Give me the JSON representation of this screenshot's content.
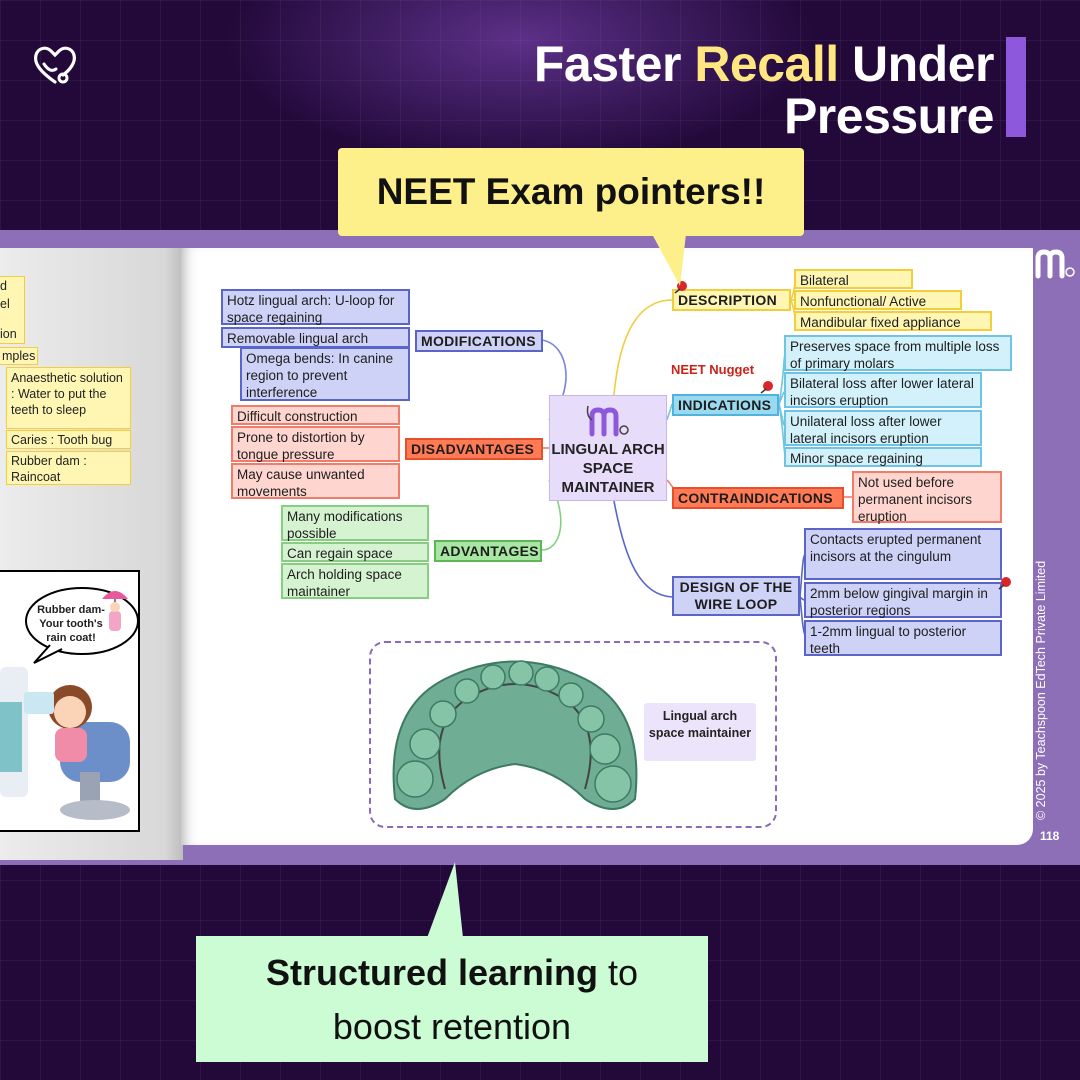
{
  "headline": {
    "w1": "Faster ",
    "w2": "Recall",
    "w3": " Under",
    "l2": "Pressure"
  },
  "callout_top": "NEET Exam pointers!!",
  "callout_bottom": {
    "bold": "Structured learning",
    "rest1": " to",
    "rest2": "boost retention"
  },
  "left_page": {
    "frag1": "d",
    "frag2": "el",
    "frag3": "ion",
    "frag4": "mples",
    "anaesthetic": "Anaesthetic solution : Water to put the teeth to sleep",
    "caries": "Caries : Tooth bug",
    "rubber": "Rubber dam : Raincoat",
    "bubble": "Rubber dam- Your tooth's rain coat!"
  },
  "mindmap": {
    "center": "LINGUAL ARCH SPACE MAINTAINER",
    "nugget": "NEET Nugget",
    "modifications": {
      "title": "MODIFICATIONS",
      "items": [
        "Hotz lingual arch: U-loop for space regaining",
        "Removable lingual arch",
        "Omega bends: In canine region to prevent interference"
      ]
    },
    "disadvantages": {
      "title": "DISADVANTAGES",
      "items": [
        "Difficult construction",
        "Prone to distortion by tongue pressure",
        "May cause unwanted movements"
      ]
    },
    "advantages": {
      "title": "ADVANTAGES",
      "items": [
        "Many modifications possible",
        "Can regain space",
        "Arch holding space maintainer"
      ]
    },
    "description": {
      "title": "DESCRIPTION",
      "items": [
        "Bilateral",
        "Nonfunctional/ Active",
        "Mandibular fixed appliance"
      ]
    },
    "indications": {
      "title": "INDICATIONS",
      "items": [
        "Preserves space from multiple loss of primary molars",
        "Bilateral loss after lower lateral incisors eruption",
        "Unilateral loss after lower lateral incisors eruption",
        "Minor space regaining"
      ]
    },
    "contraindications": {
      "title": "CONTRAINDICATIONS",
      "items": [
        "Not used before permanent incisors eruption"
      ]
    },
    "design": {
      "title": "DESIGN OF THE WIRE LOOP",
      "items": [
        "Contacts erupted permanent incisors at the cingulum",
        "2mm below gingival margin in posterior regions",
        "1-2mm lingual to posterior teeth"
      ]
    }
  },
  "image_label": "Lingual arch space maintainer",
  "copyright": "2025 by Teachspoon EdTech Private Limited",
  "page_number": "118",
  "colors": {
    "bg": "#22093a",
    "accent": "#8e58dc",
    "highlight": "#ffe680",
    "callout": "#fdf08a",
    "callout_bottom": "#ccfcd3"
  }
}
